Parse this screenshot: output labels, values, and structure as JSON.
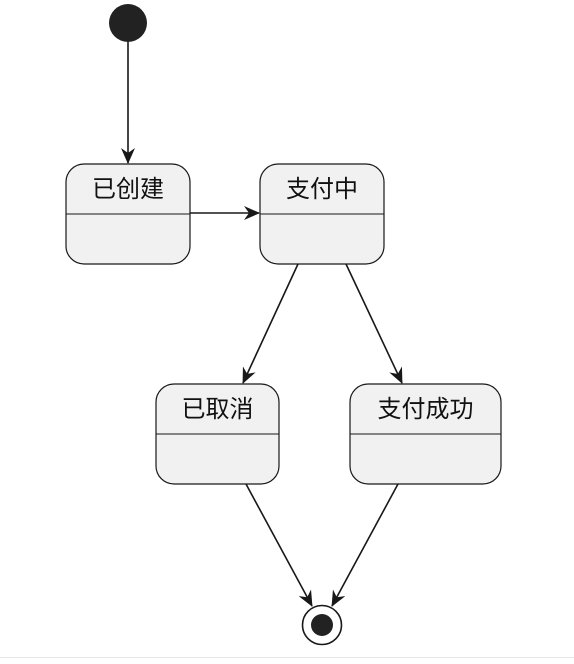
{
  "diagram": {
    "type": "state-machine",
    "states": [
      {
        "id": "created",
        "label": "已创建"
      },
      {
        "id": "paying",
        "label": "支付中"
      },
      {
        "id": "cancelled",
        "label": "已取消"
      },
      {
        "id": "paid",
        "label": "支付成功"
      }
    ],
    "pseudo_states": [
      {
        "id": "start",
        "kind": "initial"
      },
      {
        "id": "end",
        "kind": "final"
      }
    ],
    "transitions": [
      {
        "from": "start",
        "to": "created"
      },
      {
        "from": "created",
        "to": "paying"
      },
      {
        "from": "paying",
        "to": "cancelled"
      },
      {
        "from": "paying",
        "to": "paid"
      },
      {
        "from": "cancelled",
        "to": "end"
      },
      {
        "from": "paid",
        "to": "end"
      }
    ],
    "colors": {
      "state_fill": "#f1f1f1",
      "stroke": "#181818",
      "pseudo_fill": "#222222"
    }
  }
}
